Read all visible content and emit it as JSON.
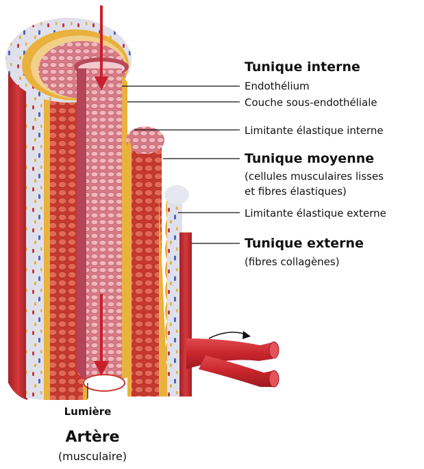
{
  "labels": {
    "tunique_interne": "Tunique interne",
    "endothelium": "Endothélium",
    "couche_sous_endotheliale": "Couche sous-endothéliale",
    "limitante_elastique_interne": "Limitante élastique interne",
    "tunique_moyenne": "Tunique moyenne",
    "tunique_moyenne_note_1": "(cellules musculaires lisses",
    "tunique_moyenne_note_2": "et fibres élastiques)",
    "limitante_elastique_externe": "Limitante élastique externe",
    "tunique_externe": "Tunique externe",
    "tunique_externe_note": "(fibres collagènes)",
    "lumiere": "Lumière",
    "artere": "Artère",
    "artere_note": "(musculaire)"
  },
  "colors": {
    "adventitia": "#d9dbe8",
    "adventitia_dots_red": "#c23a3a",
    "adventitia_dots_blue": "#4a67b8",
    "adventitia_dots_yellow": "#e0b23a",
    "elastic": "#e9b13d",
    "media": "#c8382f",
    "media_cells": "#e06a55",
    "intima": "#d97a86",
    "intima_light": "#f0b7bd",
    "vessel_red": "#c9252c",
    "arrow_red": "#c8202b"
  },
  "icons": {
    "flow_arrow_top": "arrow-down-icon",
    "flow_arrow_bottom": "arrow-down-icon",
    "branch_arrow": "curved-arrow-icon"
  }
}
